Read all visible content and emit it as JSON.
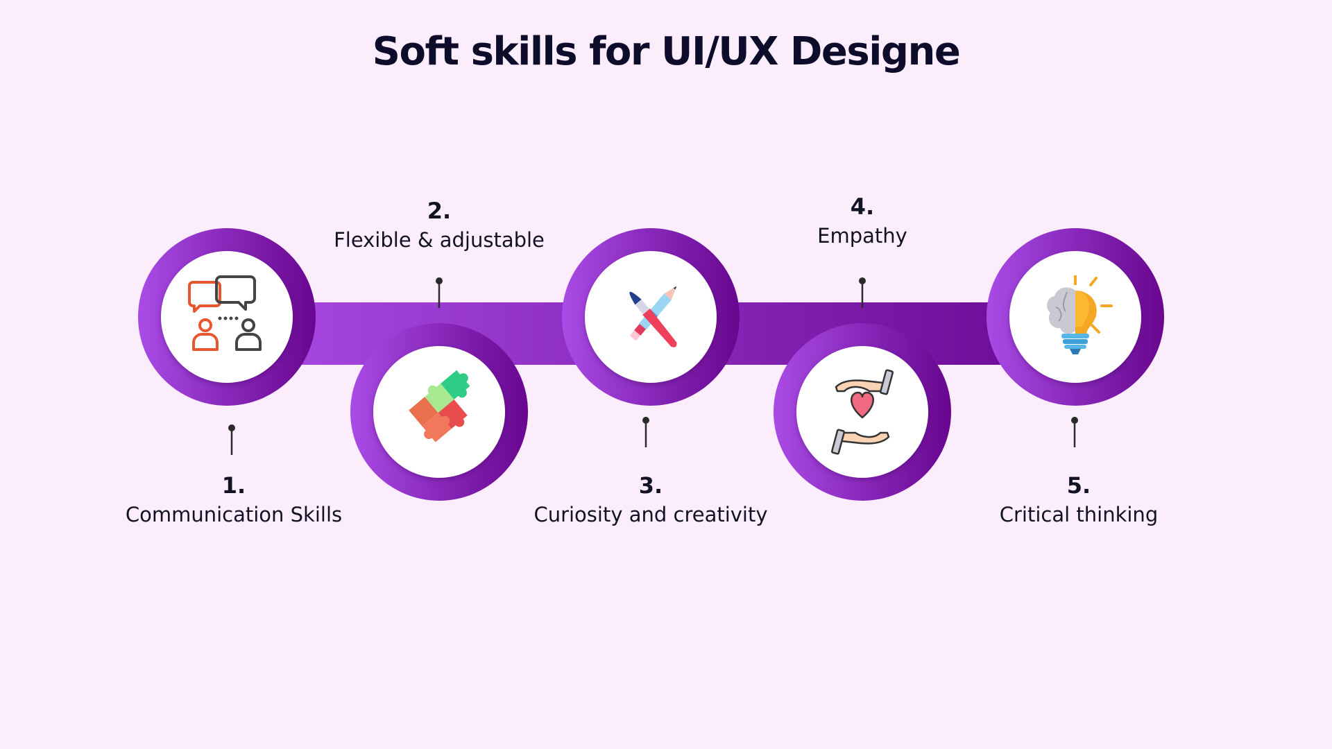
{
  "title": "Soft skills for UI/UX Designe",
  "colors": {
    "background": "#fcedfc",
    "band_start": "#a94be6",
    "band_end": "#68068f",
    "circle_fill": "#ffffff",
    "text": "#121225"
  },
  "steps": [
    {
      "number": "1.",
      "label": "Communication Skills",
      "icon": "communication-icon"
    },
    {
      "number": "2.",
      "label": "Flexible & adjustable",
      "icon": "puzzle-icon"
    },
    {
      "number": "3.",
      "label": "Curiosity and creativity",
      "icon": "brush-pencil-icon"
    },
    {
      "number": "4.",
      "label": "Empathy",
      "icon": "hands-heart-icon"
    },
    {
      "number": "5.",
      "label": "Critical thinking",
      "icon": "brain-bulb-icon"
    }
  ]
}
